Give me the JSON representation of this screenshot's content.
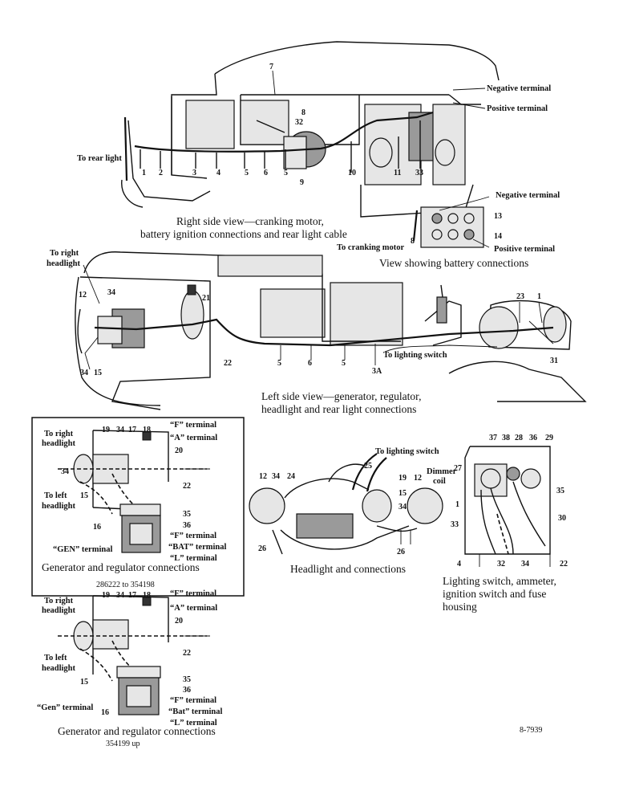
{
  "right_view": {
    "caption_line1": "Right side view—cranking motor,",
    "caption_line2": "battery ignition connections and rear light cable",
    "callouts": [
      "7",
      "8",
      "32",
      "1",
      "2",
      "3",
      "4",
      "5",
      "6",
      "5",
      "9",
      "10",
      "11",
      "33"
    ],
    "labels": {
      "negative_terminal": "Negative terminal",
      "positive_terminal": "Positive terminal",
      "to_rear_light": "To rear light"
    }
  },
  "battery_view": {
    "caption": "View showing battery connections",
    "labels": {
      "negative_terminal": "Negative terminal",
      "positive_terminal": "Positive terminal",
      "to_cranking_motor": "To cranking motor"
    },
    "callouts": [
      "8",
      "13",
      "14"
    ]
  },
  "left_view": {
    "caption_line1": "Left side view—generator, regulator,",
    "caption_line2": "headlight and rear light connections",
    "labels": {
      "to_right_headlight_1": "To right",
      "to_right_headlight_2": "headlight",
      "to_lighting_switch": "To lighting switch"
    },
    "callouts": [
      "12",
      "34",
      "21",
      "23",
      "1",
      "34",
      "15",
      "22",
      "5",
      "6",
      "5",
      "3A",
      "31"
    ]
  },
  "gen_reg_1": {
    "caption": "Generator and regulator connections",
    "serial": "286222 to 354198",
    "labels": {
      "to_right_1": "To right",
      "to_right_2": "headlight",
      "to_left_1": "To left",
      "to_left_2": "headlight",
      "f_terminal_top": "“F” terminal",
      "a_terminal": "“A” terminal",
      "f_terminal": "“F” terminal",
      "bat_terminal": "“BAT” terminal",
      "l_terminal": "“L” terminal",
      "gen_terminal": "“GEN” terminal"
    },
    "callouts": [
      "19",
      "34",
      "17",
      "18",
      "20",
      "34",
      "22",
      "15",
      "16",
      "35",
      "36"
    ]
  },
  "gen_reg_2": {
    "caption": "Generator and regulator connections",
    "serial": "354199 up",
    "labels": {
      "to_right_1": "To right",
      "to_right_2": "headlight",
      "to_left_1": "To left",
      "to_left_2": "headlight",
      "f_terminal_top": "“F” terminal",
      "a_terminal": "“A” terminal",
      "f_terminal": "“F” terminal",
      "bat_terminal": "“Bat” terminal",
      "l_terminal": "“L” terminal",
      "gen_terminal": "“Gen” terminal"
    },
    "callouts": [
      "19",
      "34",
      "17",
      "18",
      "20",
      "22",
      "15",
      "16",
      "35",
      "36"
    ]
  },
  "headlight": {
    "caption": "Headlight and connections",
    "labels": {
      "to_lighting_switch": "To lighting switch",
      "dimmer_coil_1": "Dimmer",
      "dimmer_coil_2": "coil"
    },
    "callouts": [
      "12",
      "34",
      "24",
      "25",
      "19",
      "12",
      "15",
      "34",
      "26",
      "26"
    ]
  },
  "switch_housing": {
    "caption_line1": "Lighting switch, ammeter,",
    "caption_line2": "ignition switch and fuse",
    "caption_line3": "housing",
    "callouts": [
      "37",
      "38",
      "28",
      "36",
      "29",
      "27",
      "35",
      "1",
      "30",
      "33",
      "4",
      "32",
      "34",
      "22"
    ]
  },
  "figure_code": "8-7939"
}
